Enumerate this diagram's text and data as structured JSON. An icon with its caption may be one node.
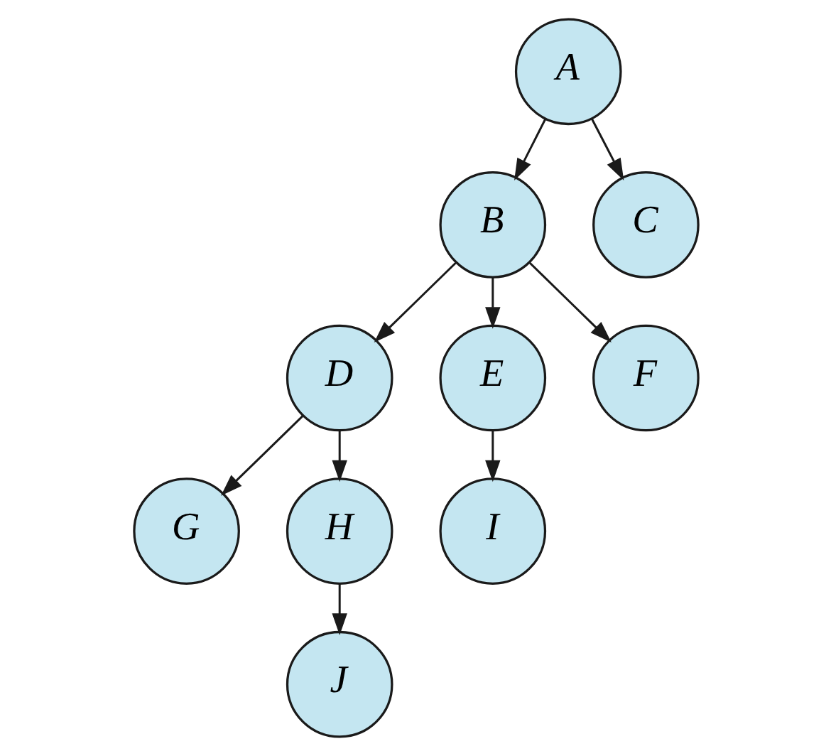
{
  "diagram": {
    "nodes": [
      {
        "text": [
          "A"
        ]
      },
      {
        "text": [
          "B"
        ]
      },
      {
        "text": [
          "C"
        ]
      },
      {
        "text": [
          "F"
        ]
      },
      {
        "text": [
          "D"
        ]
      },
      {
        "text": [
          "E"
        ]
      },
      {
        "text": [
          "G"
        ]
      },
      {
        "text": [
          "H"
        ]
      },
      {
        "text": [
          "I"
        ]
      },
      {
        "text": [
          "J"
        ]
      }
    ],
    "edges": [
      {
        "from": 0,
        "to": 1,
        "arrow": "to"
      },
      {
        "from": 0,
        "to": 2,
        "arrow": "to"
      },
      {
        "from": 1,
        "to": 4,
        "arrow": "to"
      },
      {
        "from": 1,
        "to": 5,
        "arrow": "to"
      },
      {
        "from": 1,
        "to": 3,
        "arrow": "to"
      },
      {
        "from": 4,
        "to": 6,
        "arrow": "to"
      },
      {
        "from": 4,
        "to": 7,
        "arrow": "to"
      },
      {
        "from": 5,
        "to": 8,
        "arrow": "to"
      },
      {
        "from": 7,
        "to": 9,
        "arrow": "to"
      }
    ]
  }
}
